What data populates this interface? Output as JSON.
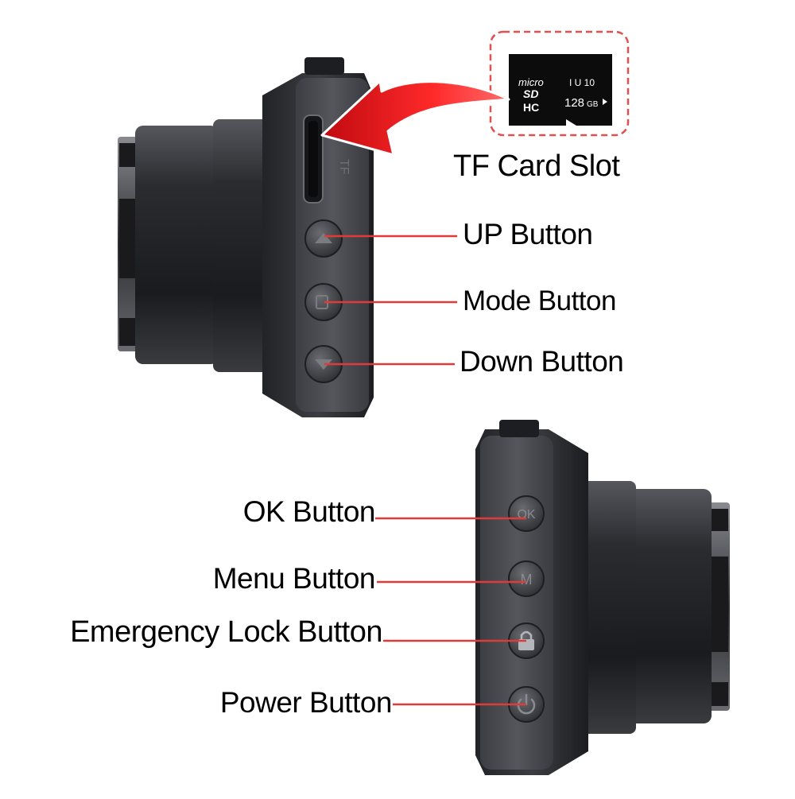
{
  "labels": {
    "tf_card_slot": "TF Card Slot",
    "up_button": "UP Button",
    "mode_button": "Mode Button",
    "down_button": "Down Button",
    "ok_button": "OK Button",
    "menu_button": "Menu Button",
    "emergency_lock_button": "Emergency Lock Button",
    "power_button": "Power Button"
  },
  "sd_card": {
    "brand_top": "micro",
    "brand_sd": "SD",
    "brand_hc": "HC",
    "class_marks": "I U 10",
    "capacity": "128",
    "capacity_unit": "GB"
  },
  "device_markings": {
    "slot_mark": "TF",
    "ok_glyph": "OK",
    "menu_glyph": "M"
  },
  "colors": {
    "leader_line": "#e03a3a",
    "arrow": "#e8141a",
    "card_outline": "#e05050",
    "device_body": "#2a2b2e"
  }
}
